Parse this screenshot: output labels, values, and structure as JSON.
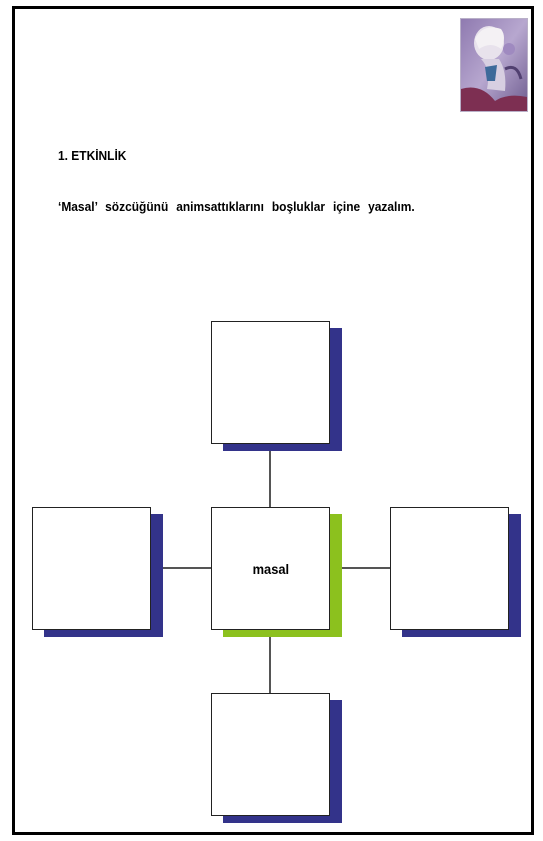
{
  "activity": {
    "title": "1. ETKİNLİK",
    "instruction": "‘Masal’ sözcüğünü animsattıklarını boşluklar içine yazalım."
  },
  "diagram": {
    "center_label": "masal",
    "colors": {
      "shadow_blue": "#33338a",
      "shadow_green": "#8cc11e",
      "connector": "#555555"
    }
  }
}
